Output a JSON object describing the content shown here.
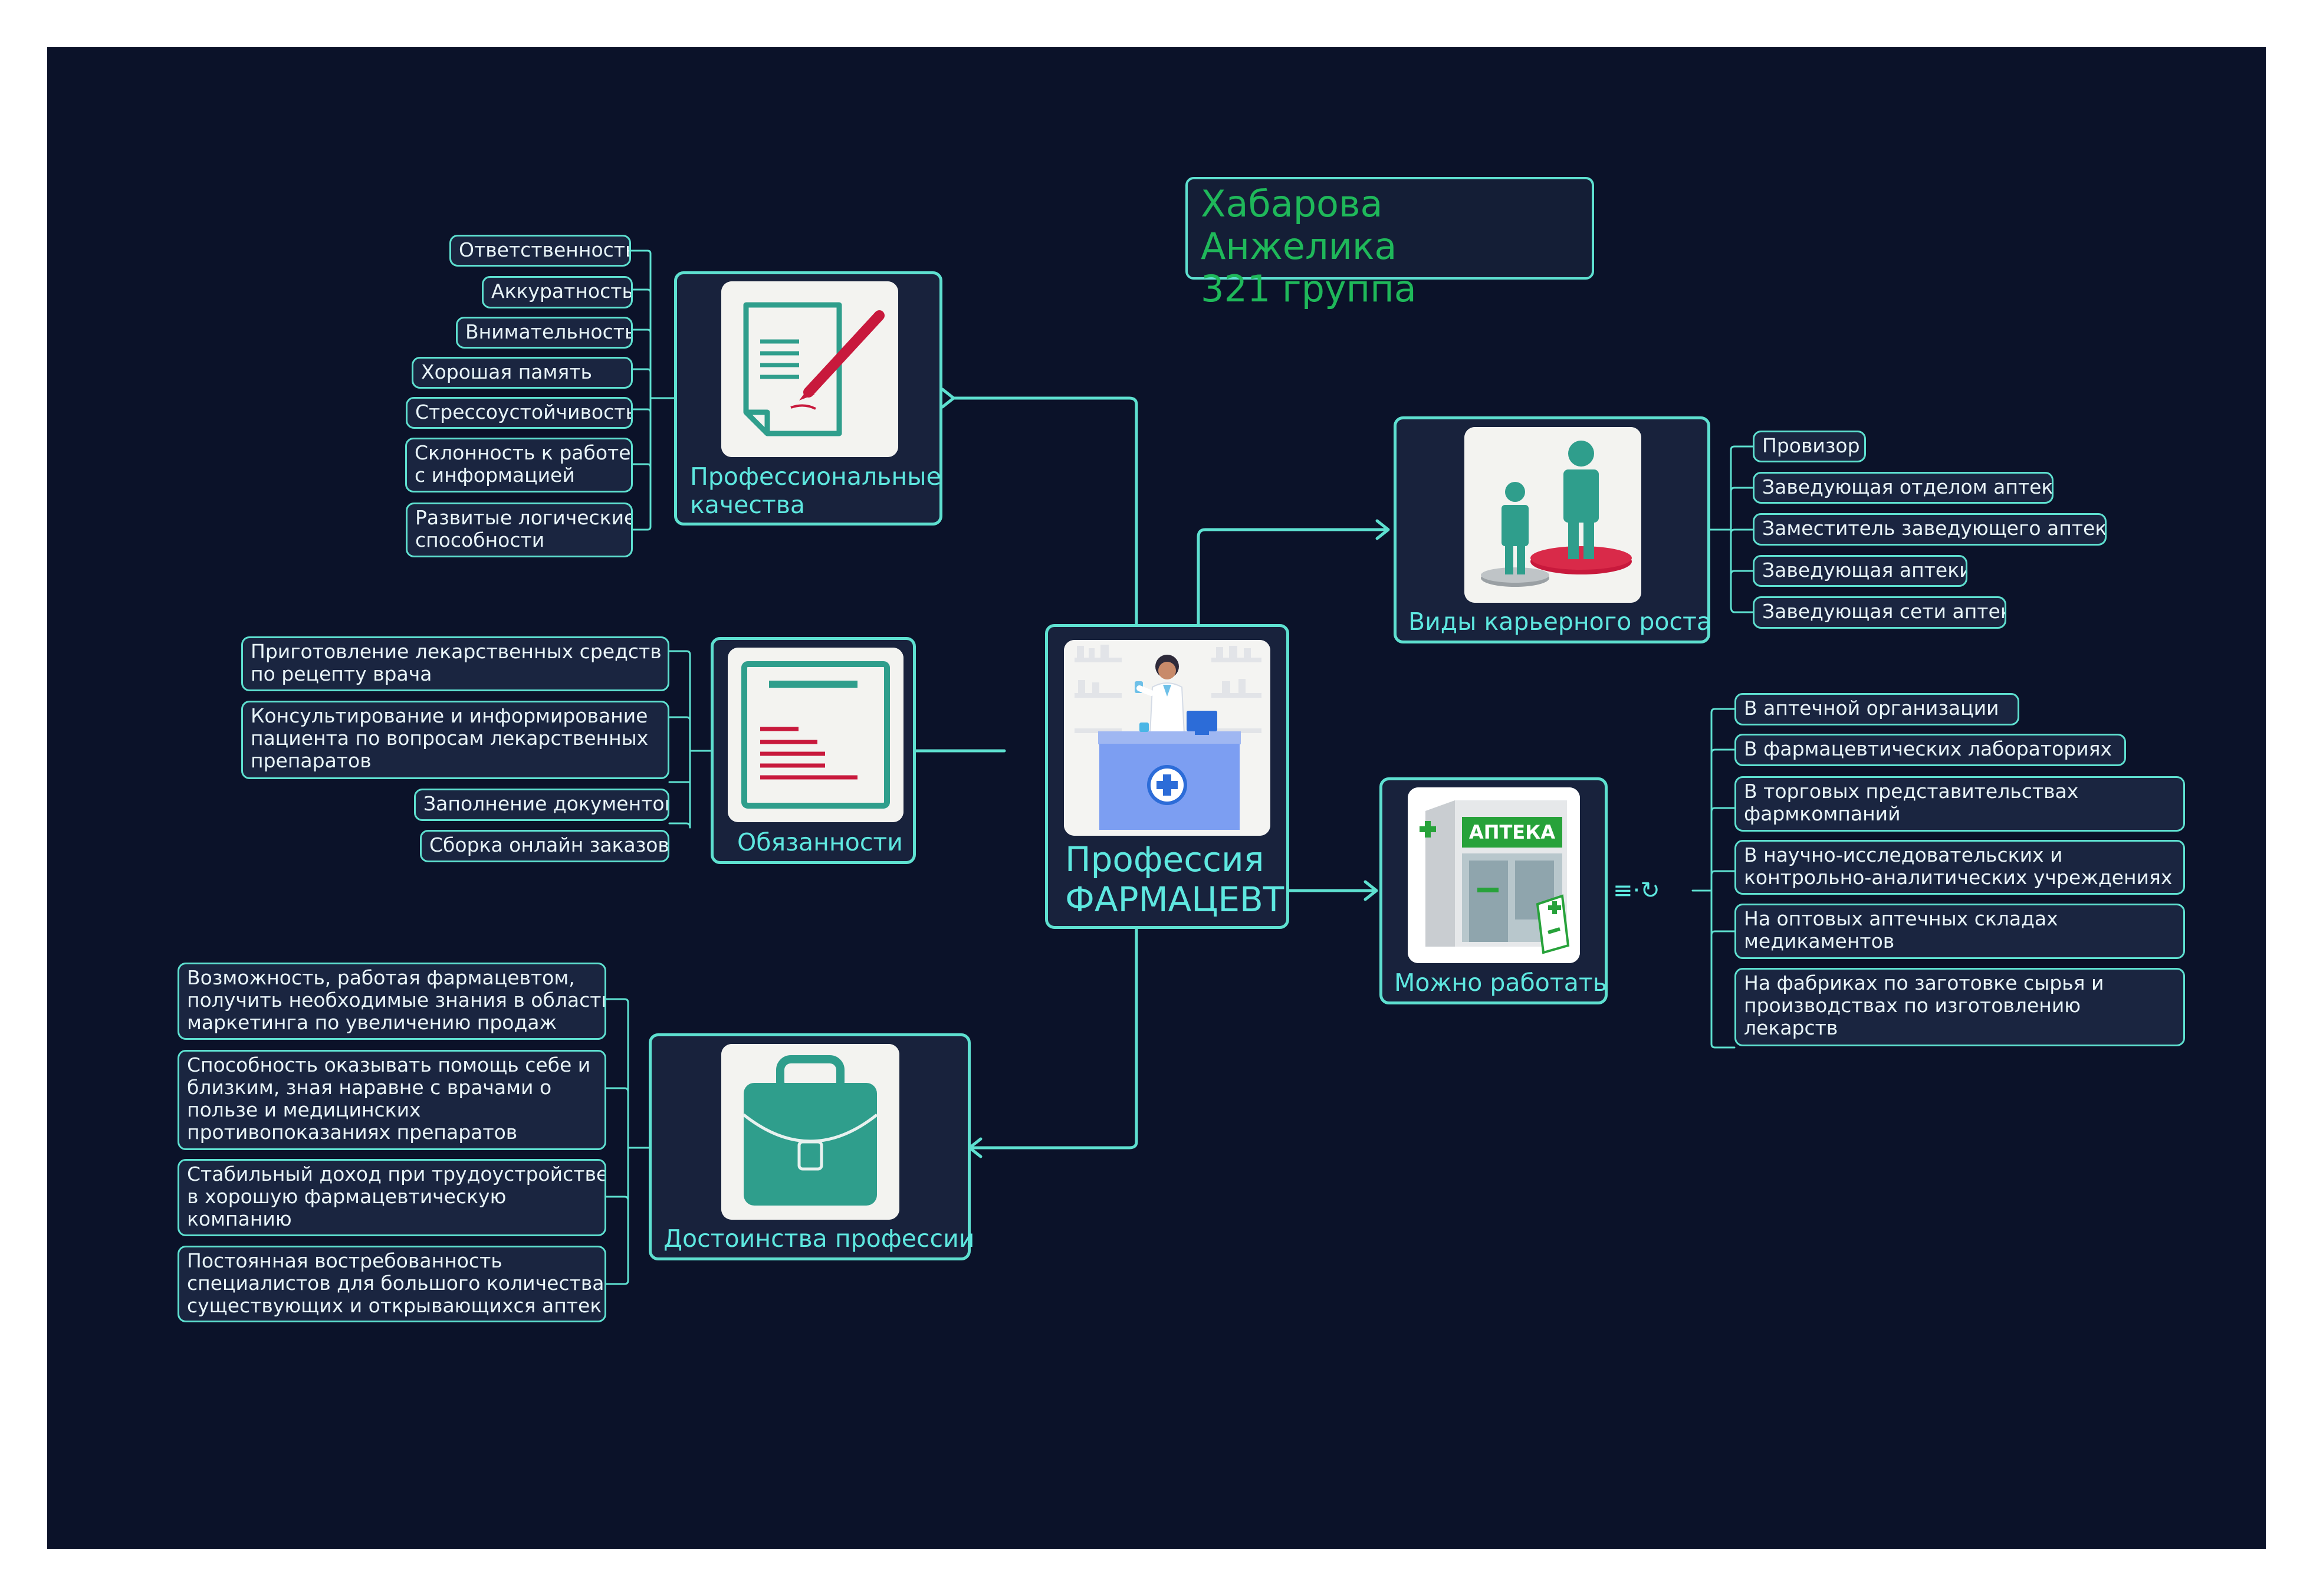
{
  "author": {
    "name": "Хабарова Анжелика",
    "group": "321 группа"
  },
  "central": {
    "line1": "Профессия",
    "line2": "ФАРМАЦЕВТ",
    "image_icon": "pharmacist-at-counter-illustration"
  },
  "qualities": {
    "title_line1": "Профессиональные",
    "title_line2": "качества",
    "image_icon": "document-with-pen-icon",
    "items": [
      {
        "line1": "Ответственность",
        "line2": ""
      },
      {
        "line1": "Аккуратность",
        "line2": ""
      },
      {
        "line1": "Внимательность",
        "line2": ""
      },
      {
        "line1": "Хорошая память",
        "line2": ""
      },
      {
        "line1": "Стрессоустойчивость",
        "line2": ""
      },
      {
        "line1": "Склонность к работе",
        "line2": "с информацией"
      },
      {
        "line1": "Развитые логические",
        "line2": "способности"
      }
    ]
  },
  "duties": {
    "title": "Обязанности",
    "image_icon": "document-lines-icon",
    "items": [
      {
        "line1": "Приготовление лекарственных средств",
        "line2": "по рецепту врача",
        "line3": ""
      },
      {
        "line1": "Консультирование и информирование",
        "line2": "пациента по вопросам лекарственных",
        "line3": "препаратов"
      },
      {
        "line1": "Заполнение документов",
        "line2": "",
        "line3": ""
      },
      {
        "line1": "Сборка онлайн заказов",
        "line2": "",
        "line3": ""
      }
    ]
  },
  "advantages": {
    "title": "Достоинства профессии",
    "image_icon": "briefcase-icon",
    "items": [
      {
        "line1": "Возможность, работая фармацевтом,",
        "line2": "получить необходимые знания в области",
        "line3": "маркетинга по увеличению продаж",
        "line4": ""
      },
      {
        "line1": "Способность оказывать помощь себе и",
        "line2": "близким, зная наравне с врачами о",
        "line3": "пользе и медицинских",
        "line4": "противопоказаниях препаратов"
      },
      {
        "line1": "Стабильный доход при трудоустройстве",
        "line2": "в хорошую фармацевтическую",
        "line3": "компанию",
        "line4": ""
      },
      {
        "line1": "Постоянная востребованность",
        "line2": "специалистов для большого количества",
        "line3": "существующих и открывающихся аптек",
        "line4": ""
      }
    ]
  },
  "career": {
    "title": "Виды карьерного роста",
    "image_icon": "career-growth-people-icon",
    "items": [
      {
        "line1": "Провизор"
      },
      {
        "line1": "Заведующая отделом аптеки"
      },
      {
        "line1": "Заместитель заведующего аптеки"
      },
      {
        "line1": "Заведующая аптеки"
      },
      {
        "line1": "Заведующая сети аптек"
      }
    ]
  },
  "workplaces": {
    "title": "Можно работать",
    "image_icon": "pharmacy-building-icon",
    "sign_text": "АПТЕКА",
    "collapse_glyph": "≡·↻",
    "items": [
      {
        "line1": "В аптечной организации",
        "line2": "",
        "line3": ""
      },
      {
        "line1": "В фармацевтических лабораториях",
        "line2": "",
        "line3": ""
      },
      {
        "line1": "В торговых представительствах",
        "line2": "фармкомпаний",
        "line3": ""
      },
      {
        "line1": "В научно-исследовательских и",
        "line2": "контрольно-аналитических учреждениях",
        "line3": ""
      },
      {
        "line1": "На оптовых аптечных складах",
        "line2": "медикаментов",
        "line3": ""
      },
      {
        "line1": "На фабриках по заготовке сырья и",
        "line2": "производствах по изготовлению",
        "line3": "лекарств"
      }
    ]
  },
  "colors": {
    "background": "#0b1229",
    "line": "#5ee0d0",
    "title": "#5ee8e0",
    "author": "#1fb85a",
    "accent_red": "#c8193c",
    "accent_teal": "#2f9e8c"
  }
}
